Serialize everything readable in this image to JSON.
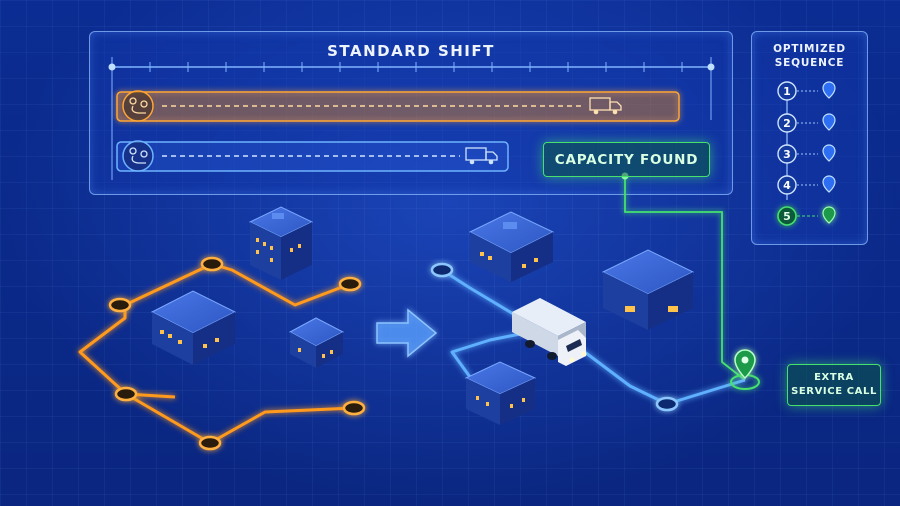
{
  "shift_panel": {
    "title": "STANDARD SHIFT"
  },
  "capacity": {
    "label": "CAPACITY FOUND"
  },
  "sequence": {
    "title_line1": "OPTIMIZED",
    "title_line2": "SEQUENCE",
    "steps": [
      "1",
      "2",
      "3",
      "4",
      "5"
    ]
  },
  "extra_call": {
    "line1": "EXTRA",
    "line2": "SERVICE CALL"
  },
  "colors": {
    "orange": "#ff9a1f",
    "blue": "#5fb0ff",
    "green": "#46e06e",
    "panel_border": "#8cbeff"
  },
  "icons": {
    "route": "route-pin-icon",
    "truck": "truck-icon",
    "pin": "map-pin-icon",
    "arrow": "arrow-right-icon"
  }
}
